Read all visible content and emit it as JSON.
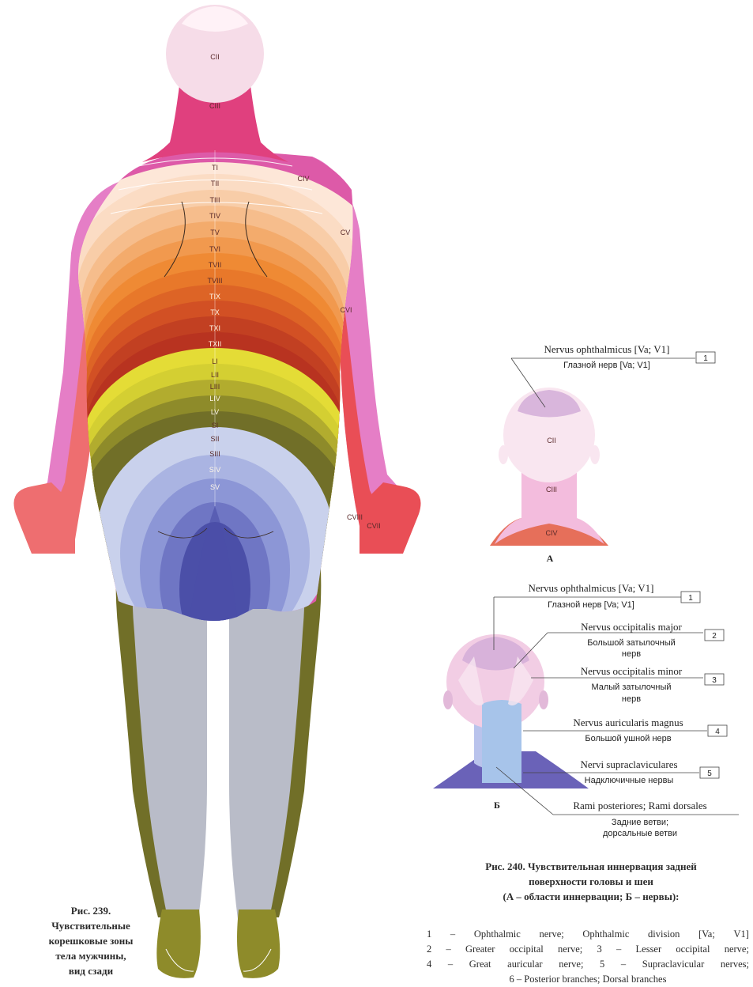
{
  "fig239": {
    "labels": {
      "c2": "CII",
      "c3": "CIII",
      "c4": "CIV",
      "c5": "CV",
      "c6": "CVI",
      "c7": "CVII",
      "c8": "CVIII",
      "t1": "TI",
      "t2": "TII",
      "t3": "TIII",
      "t4": "TIV",
      "t5": "TV",
      "t6": "TVI",
      "t7": "TVII",
      "t8": "TVIII",
      "t9": "TIX",
      "t10": "TX",
      "t11": "TXI",
      "t12": "TXII",
      "l1": "LI",
      "l2": "LII",
      "l3": "LIII",
      "l4": "LIV",
      "l5": "LV",
      "s1": "SI",
      "s2": "SII",
      "s3": "SIII",
      "s4": "SIV",
      "s5": "SV"
    },
    "caption_lines": [
      "Рис. 239.",
      "Чувствительные",
      "корешковые зоны",
      "тела мужчины,",
      "вид сзади"
    ]
  },
  "fig240": {
    "panel_a_letter": "А",
    "panel_b_letter": "Б",
    "panel_a_labels": {
      "c2": "CII",
      "c3": "CIII",
      "c4": "CIV"
    },
    "panel_a_callout": {
      "latin": "Nervus ophthalmicus [Va; V1]",
      "russian": "Глазной нерв [Va; V1]",
      "number": "1"
    },
    "panel_b_callouts": [
      {
        "latin": "Nervus ophthalmicus [Va; V1]",
        "russian": "Глазной нерв [Va; V1]",
        "russian2": "",
        "number": "1"
      },
      {
        "latin": "Nervus occipitalis major",
        "russian": "Большой затылочный",
        "russian2": "нерв",
        "number": "2"
      },
      {
        "latin": "Nervus occipitalis minor",
        "russian": "Малый затылочный",
        "russian2": "нерв",
        "number": "3"
      },
      {
        "latin": "Nervus auricularis magnus",
        "russian": "Большой ушной нерв",
        "russian2": "",
        "number": "4"
      },
      {
        "latin": "Nervi supraclaviculares",
        "russian": "Надключичные нервы",
        "russian2": "",
        "number": "5"
      },
      {
        "latin": "Rami posteriores; Rami dorsales",
        "russian": "Задние ветви;",
        "russian2": "дорсальные ветви",
        "number": ""
      }
    ],
    "caption_lines": [
      "Рис. 240. Чувствительная иннервация задней",
      "поверхности головы и шеи",
      "(А – области иннервации; Б – нервы):"
    ],
    "legend": {
      "row1": [
        "1",
        "–",
        "Ophthalmic",
        "nerve;",
        "Ophthalmic",
        "division",
        "[Va;",
        "V1]"
      ],
      "row2": [
        "2",
        "–",
        "Greater",
        "occipital",
        "nerve;",
        "3",
        "–",
        "Lesser",
        "occipital",
        "nerve;"
      ],
      "row3": [
        "4",
        "–",
        "Great",
        "auricular",
        "nerve;",
        "5",
        "–",
        "Supraclavicular",
        "nerves;"
      ],
      "row4": "6 – Posterior branches; Dorsal branches"
    }
  },
  "colors": {
    "c2": "#f6dce8",
    "c3": "#e0407e",
    "c4": "#dd5aa8",
    "c5": "#e57ec6",
    "c6": "#ee6e70",
    "c7": "#e94e56",
    "t1": "#fde7d8",
    "t2": "#fbdcc4",
    "t3": "#f8cda8",
    "t4": "#f6bd8c",
    "t5": "#f3ab6c",
    "t6": "#f1994e",
    "t7": "#ef8a34",
    "t8": "#e8782a",
    "t9": "#dd6426",
    "t10": "#d25024",
    "t11": "#c24022",
    "t12": "#b83320",
    "l1": "#e4dc36",
    "l2": "#d4cf32",
    "l3": "#b2ac2e",
    "l4": "#8e8b2a",
    "l5": "#716f28",
    "s1": "#c9d1ec",
    "s2": "#aab4e2",
    "s3": "#8c96d6",
    "s4": "#6f76c4",
    "s5": "#4b4fa8",
    "leg": "#b9bcc8"
  }
}
